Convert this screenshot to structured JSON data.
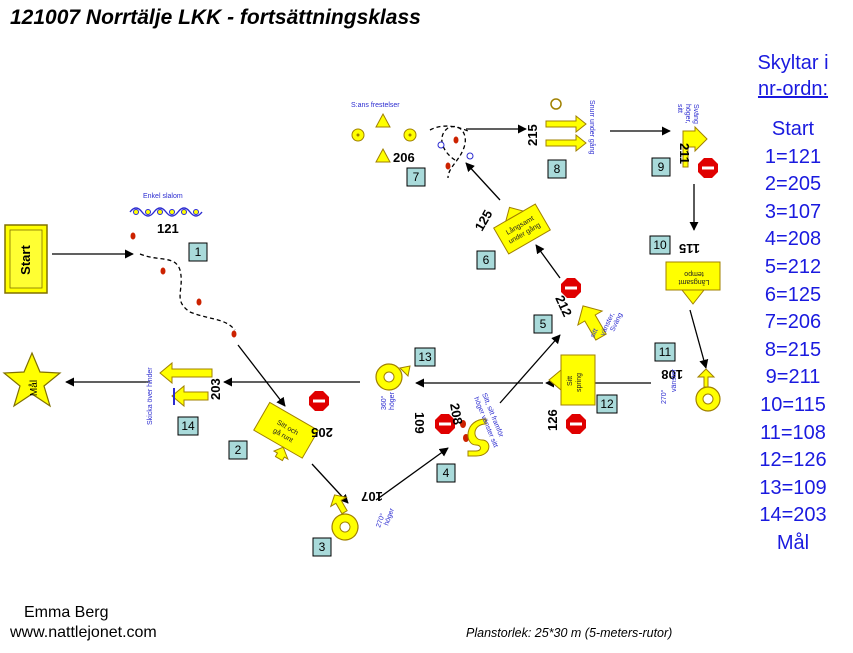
{
  "title": "121007 Norrtälje LKK - fortsättningsklass",
  "sidebar": {
    "heading_line1": "Skyltar i",
    "heading_line2": "nr-ordn:",
    "items": [
      "Start",
      "1=121",
      "2=205",
      "3=107",
      "4=208",
      "5=212",
      "6=125",
      "7=206",
      "8=215",
      "9=211",
      "10=115",
      "11=108",
      "12=126",
      "13=109",
      "14=203",
      "Mål"
    ]
  },
  "footer": {
    "author": "Emma Berg",
    "website": "www.nattlejonet.com",
    "plan_size": "Planstorlek: 25*30 m (5-meters-rutor)"
  },
  "course": {
    "start_label": "Start",
    "goal_label": "Mål",
    "station_numbers": [
      "1",
      "2",
      "3",
      "4",
      "5",
      "6",
      "7",
      "8",
      "9",
      "10",
      "11",
      "12",
      "13",
      "14"
    ],
    "sign_codes": {
      "s1": "121",
      "s2": "205",
      "s3": "107",
      "s4": "208",
      "s5": "212",
      "s6": "125",
      "s7": "206",
      "s8": "215",
      "s9": "211",
      "s10": "115",
      "s11": "108",
      "s12": "126",
      "s13": "109",
      "s14": "203"
    },
    "sign_texts": {
      "slalom": "Enkel slalom",
      "temptations": "S:ans frestelser",
      "s2_line1": "Sitt och",
      "s2_line2": "gå runt",
      "s3_line1": "270°",
      "s3_line2": "höger",
      "s4_line1": "Sitt, sitt framför",
      "s4_line2": "höger vänster sitt",
      "s5_line1": "Sväng",
      "s5_line2": "vänster,",
      "s5_line3": "sitt",
      "s6_line1": "Långsamt",
      "s6_line2": "under gång",
      "s8": "Snurr under gång",
      "s9_line1": "Sväng",
      "s9_line2": "höger,",
      "s9_line3": "sitt",
      "s10_line1": "Långsamt",
      "s10_line2": "tempo",
      "s11_line1": "270°",
      "s11_line2": "vänster",
      "s12_line1": "Sitt",
      "s12_line2": "spring",
      "s13_line1": "360°",
      "s13_line2": "höger",
      "s14": "Skicka över hinder"
    },
    "colors": {
      "sign_yellow": "#ffff00",
      "sign_edge": "#a08000",
      "stop_red": "#e00000",
      "cone_red": "#cc2200",
      "station_box": "#a9dada",
      "label_blue": "#2b2bd0"
    }
  }
}
